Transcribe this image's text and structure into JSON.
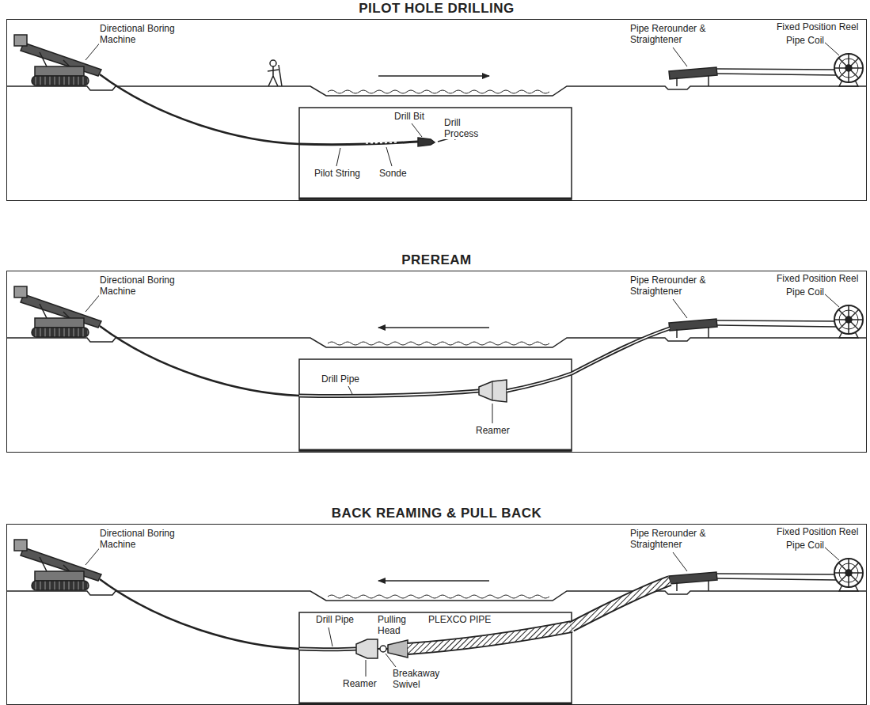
{
  "diagram": {
    "nodes": [
      {
        "text": [
          "PILOT HOLE DRILLING"
        ]
      },
      {
        "text": [
          "PREREAM"
        ]
      },
      {
        "text": [
          "BACK REAMING & PULL BACK"
        ]
      }
    ],
    "labels": [
      "Directional Boring Machine",
      "Pipe Rerounder & Straightener",
      "Fixed Position Reel",
      "Pipe Coil",
      "Drill Bit",
      "Drill Process",
      "Pilot String",
      "Sonde",
      "Directional Boring Machine",
      "Pipe Rerounder & Straightener",
      "Fixed Position Reel",
      "Pipe Coil",
      "Drill Pipe",
      "Reamer",
      "Directional Boring Machine",
      "Pipe Rerounder & Straightener",
      "Fixed Position Reel",
      "Pipe Coil",
      "Drill Pipe",
      "Pulling Head",
      "PLEXCO PIPE",
      "Reamer",
      "Breakaway Swivel"
    ]
  }
}
